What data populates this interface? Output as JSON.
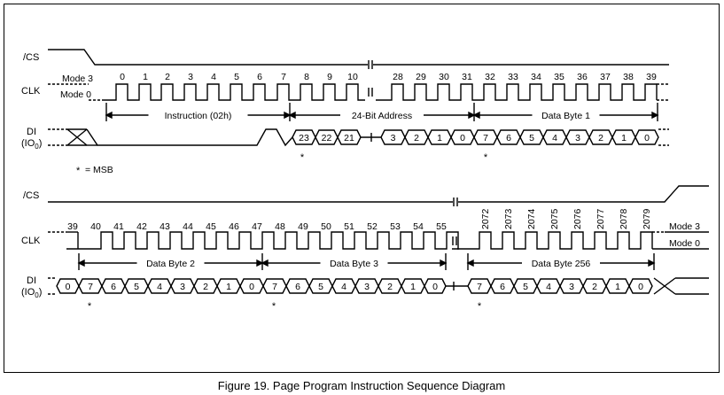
{
  "caption": "Figure 19. Page Program Instruction Sequence Diagram",
  "note": {
    "star": "*",
    "text": "= MSB"
  },
  "top": {
    "cs_label": "/CS",
    "clk_label": "CLK",
    "di_label": "DI",
    "di_sublabel": "(IO",
    "di_sub": "0",
    "mode3": "Mode 3",
    "mode0": "Mode 0",
    "clock_numbers": [
      "0",
      "1",
      "2",
      "3",
      "4",
      "5",
      "6",
      "7",
      "8",
      "9",
      "10",
      "28",
      "29",
      "30",
      "31",
      "32",
      "33",
      "34",
      "35",
      "36",
      "37",
      "38",
      "39"
    ],
    "spans": [
      "Instruction (02h)",
      "24-Bit Address",
      "Data Byte 1"
    ],
    "data_bits": [
      "23",
      "22",
      "21",
      "3",
      "2",
      "1",
      "0",
      "7",
      "6",
      "5",
      "4",
      "3",
      "2",
      "1",
      "0"
    ],
    "star": "*"
  },
  "bottom": {
    "cs_label": "/CS",
    "clk_label": "CLK",
    "di_label": "DI",
    "di_sublabel": "(IO",
    "di_sub": "0",
    "mode3": "Mode 3",
    "mode0": "Mode 0",
    "clock_numbers": [
      "39",
      "40",
      "41",
      "42",
      "43",
      "44",
      "45",
      "46",
      "47",
      "48",
      "49",
      "50",
      "51",
      "52",
      "53",
      "54",
      "55",
      "2072",
      "2073",
      "2074",
      "2075",
      "2076",
      "2077",
      "2078",
      "2079"
    ],
    "spans": [
      "Data Byte 2",
      "Data Byte 3",
      "Data Byte 256"
    ],
    "data_bits": [
      "0",
      "7",
      "6",
      "5",
      "4",
      "3",
      "2",
      "1",
      "0",
      "7",
      "6",
      "5",
      "4",
      "3",
      "2",
      "1",
      "0",
      "7",
      "6",
      "5",
      "4",
      "3",
      "2",
      "1",
      "0"
    ],
    "star": "*"
  }
}
